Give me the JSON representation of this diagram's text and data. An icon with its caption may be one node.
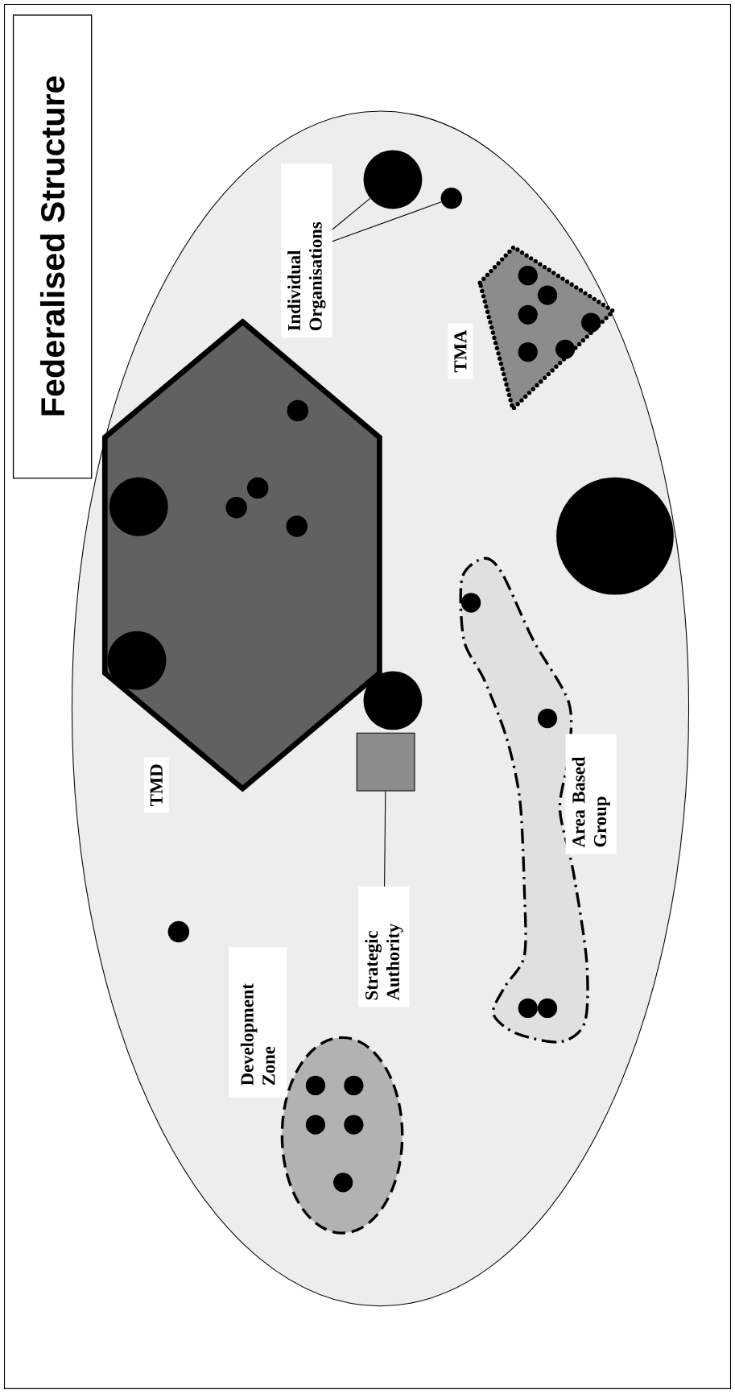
{
  "diagram": {
    "title": "Federalised Structure",
    "nodes": [
      {
        "text": [
          "TMD"
        ]
      },
      {
        "text": [
          "TMA"
        ]
      },
      {
        "text": [
          "Development Zone"
        ]
      },
      {
        "text": [
          "Area Based Group"
        ]
      },
      {
        "text": [
          "Individual Organisations"
        ]
      },
      {
        "text": [],
        "shape": "circle"
      },
      {
        "text": [],
        "shape": "circle"
      },
      {
        "text": [
          "Strategic Authority"
        ]
      },
      {
        "text": [],
        "shape": "box"
      },
      {
        "text": [],
        "shape": "circle",
        "in": 0
      },
      {
        "text": [],
        "shape": "circle",
        "in": 0
      },
      {
        "text": [],
        "shape": "circle",
        "in": 0
      },
      {
        "text": [],
        "shape": "circle",
        "in": 0
      },
      {
        "text": [],
        "shape": "circle",
        "in": 0
      },
      {
        "text": [],
        "shape": "circle",
        "in": 0
      },
      {
        "text": [],
        "shape": "circle",
        "in": 1
      },
      {
        "text": [],
        "shape": "circle",
        "in": 1
      },
      {
        "text": [],
        "shape": "circle",
        "in": 1
      },
      {
        "text": [],
        "shape": "circle",
        "in": 1
      },
      {
        "text": [],
        "shape": "circle",
        "in": 1
      },
      {
        "text": [],
        "shape": "circle",
        "in": 1
      },
      {
        "text": [],
        "shape": "circle"
      },
      {
        "text": [],
        "shape": "circle"
      },
      {
        "text": [],
        "shape": "circle"
      },
      {
        "text": [],
        "shape": "circle",
        "in": 3
      },
      {
        "text": [],
        "shape": "circle",
        "in": 3
      },
      {
        "text": [],
        "shape": "circle",
        "in": 3
      },
      {
        "text": [],
        "shape": "circle",
        "in": 3
      },
      {
        "text": [],
        "shape": "circle",
        "in": 2
      },
      {
        "text": [],
        "shape": "circle",
        "in": 2
      },
      {
        "text": [],
        "shape": "circle",
        "in": 2
      },
      {
        "text": [],
        "shape": "circle",
        "in": 2
      },
      {
        "text": [],
        "shape": "circle",
        "in": 2
      }
    ],
    "edges": [
      {
        "from": 4,
        "to": 5,
        "arrow": "none"
      },
      {
        "from": 4,
        "to": 6,
        "arrow": "none"
      },
      {
        "from": 7,
        "to": 8,
        "arrow": "none"
      }
    ]
  }
}
